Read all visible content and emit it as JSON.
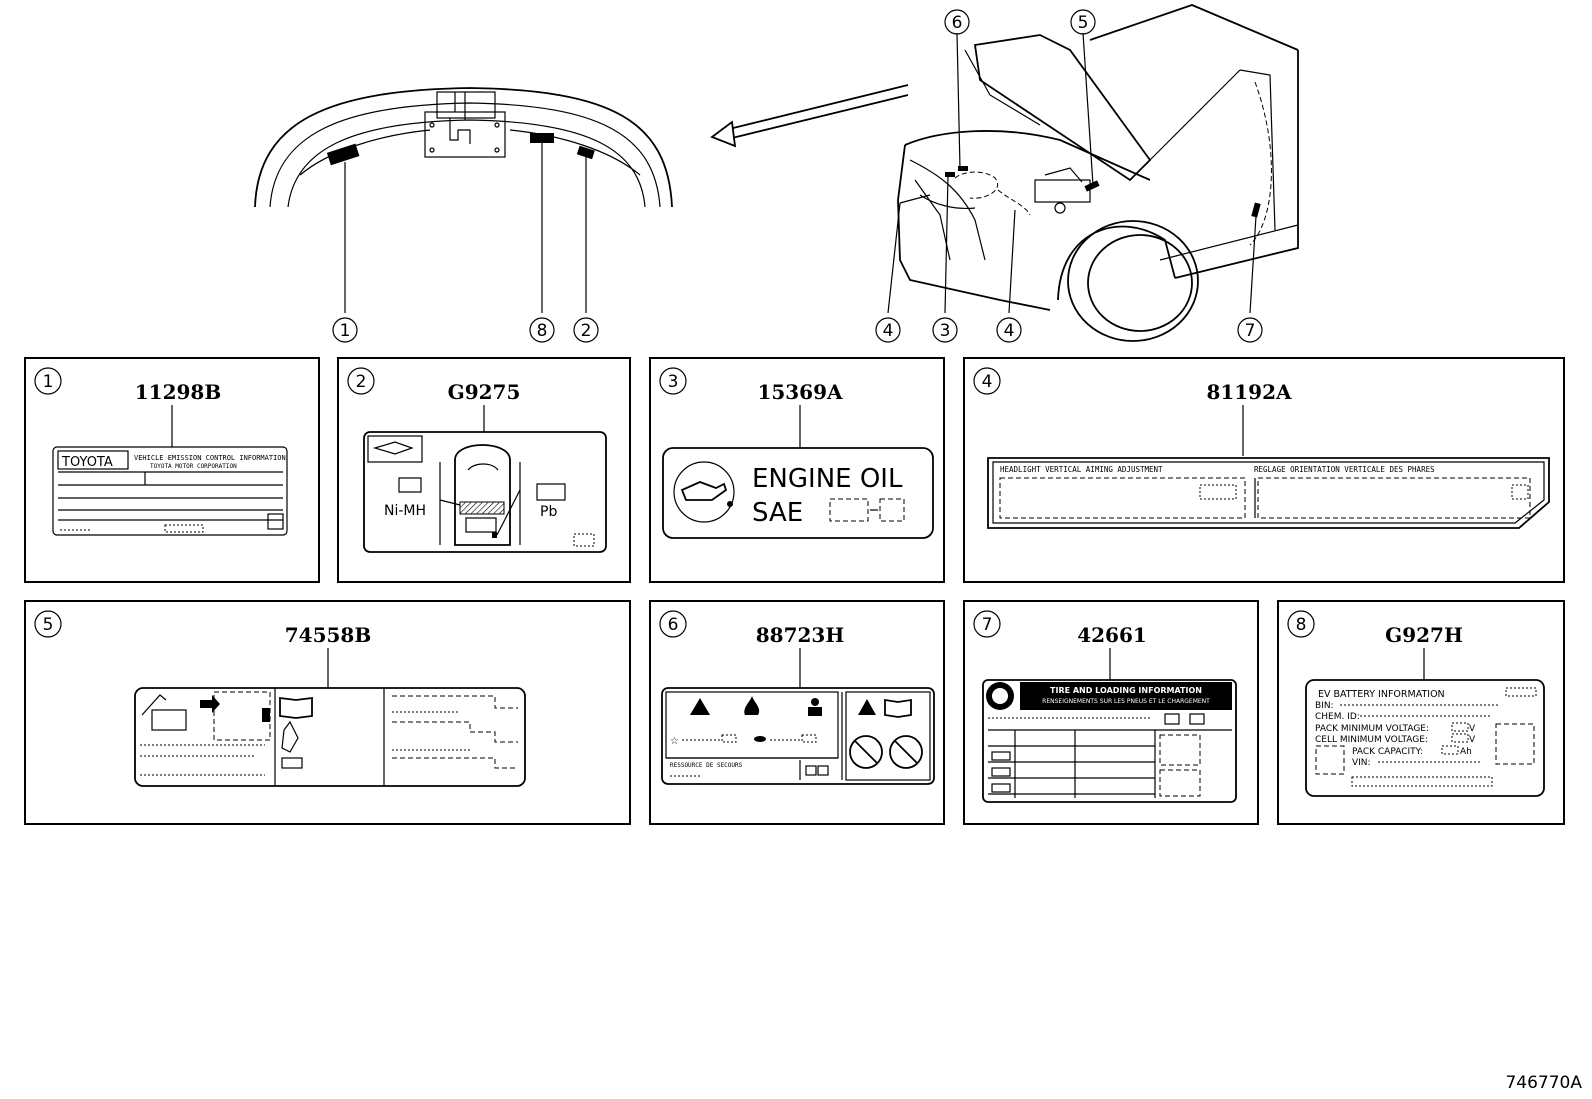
{
  "figure_id": "746770A",
  "callouts": {
    "c1": "1",
    "c2": "2",
    "c3": "3",
    "c4": "4",
    "c5": "5",
    "c6": "6",
    "c7": "7",
    "c8": "8"
  },
  "panels": [
    {
      "num": "1",
      "part_no": "11298B",
      "brand": "TOYOTA",
      "header": "VEHICLE EMISSION CONTROL INFORMATION",
      "subheader": "TOYOTA MOTOR CORPORATION"
    },
    {
      "num": "2",
      "part_no": "G9275",
      "battery_left": "Ni-MH",
      "battery_right": "Pb"
    },
    {
      "num": "3",
      "part_no": "15369A",
      "line1": "ENGINE  OIL",
      "line2": "SAE"
    },
    {
      "num": "4",
      "part_no": "81192A",
      "left_header": "HEADLIGHT VERTICAL AIMING ADJUSTMENT",
      "right_header": "REGLAGE ORIENTATION VERTICALE DES PHARES"
    },
    {
      "num": "5",
      "part_no": "74558B"
    },
    {
      "num": "6",
      "part_no": "88723H",
      "footer": "RESSOURCE DE SECOURS"
    },
    {
      "num": "7",
      "part_no": "42661",
      "title1": "TIRE AND LOADING INFORMATION",
      "title2": "RENSEIGNEMENTS SUR LES PNEUS ET LE CHARGEMENT"
    },
    {
      "num": "8",
      "part_no": "G927H",
      "title": "EV BATTERY INFORMATION",
      "bin": "BIN:",
      "chem": "CHEM. ID:",
      "pack_min": "PACK MINIMUM VOLTAGE:",
      "pack_min_unit": "V",
      "cell_min": "CELL MINIMUM VOLTAGE:",
      "cell_min_unit": "V",
      "capacity": "PACK CAPACITY:",
      "capacity_unit": "Ah",
      "vin": "VIN:"
    }
  ]
}
